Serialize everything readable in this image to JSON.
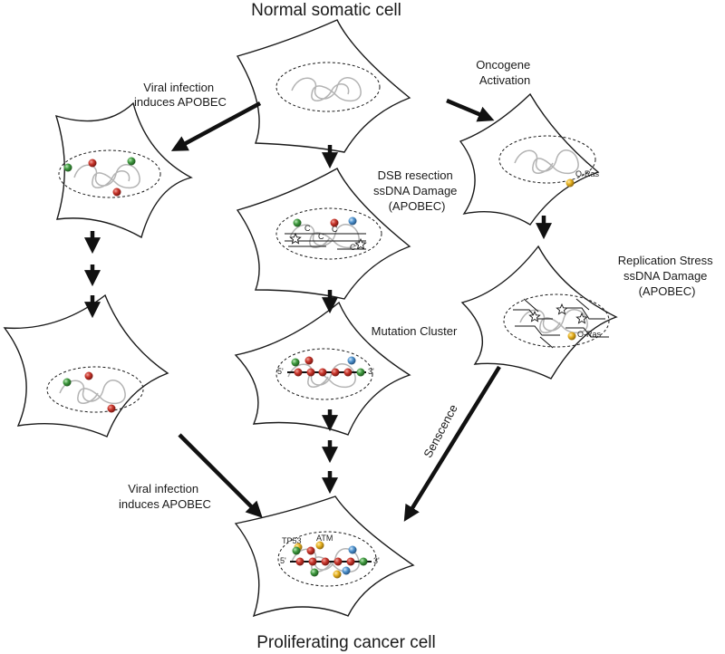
{
  "diagram": {
    "title_top": "Normal somatic cell",
    "title_bottom": "Proliferating cancer cell",
    "labels": {
      "viral_infection_top": [
        "Viral infection",
        "induces APOBEC"
      ],
      "oncogene": [
        "Oncogene",
        "Activation"
      ],
      "dsb": [
        "DSB resection",
        "ssDNA Damage",
        "(APOBEC)"
      ],
      "replication": [
        "Replication Stress",
        "ssDNA Damage",
        "(APOBEC)"
      ],
      "mutation_cluster": "Mutation Cluster",
      "viral_infection_bottom": [
        "Viral infection",
        "induces APOBEC"
      ],
      "senescence": "Senscence"
    },
    "small_text": {
      "oras": "O-Ras",
      "five_prime": "5'",
      "three_prime": "3'",
      "tp53": "TP53",
      "atm": "ATM",
      "c": "C"
    },
    "colors": {
      "red": "#c8342a",
      "green": "#3f9a3f",
      "blue": "#4f93cf",
      "yellow": "#e7b11f",
      "chromatin": "#b3b3b3",
      "outline": "#1a1a1a"
    }
  }
}
